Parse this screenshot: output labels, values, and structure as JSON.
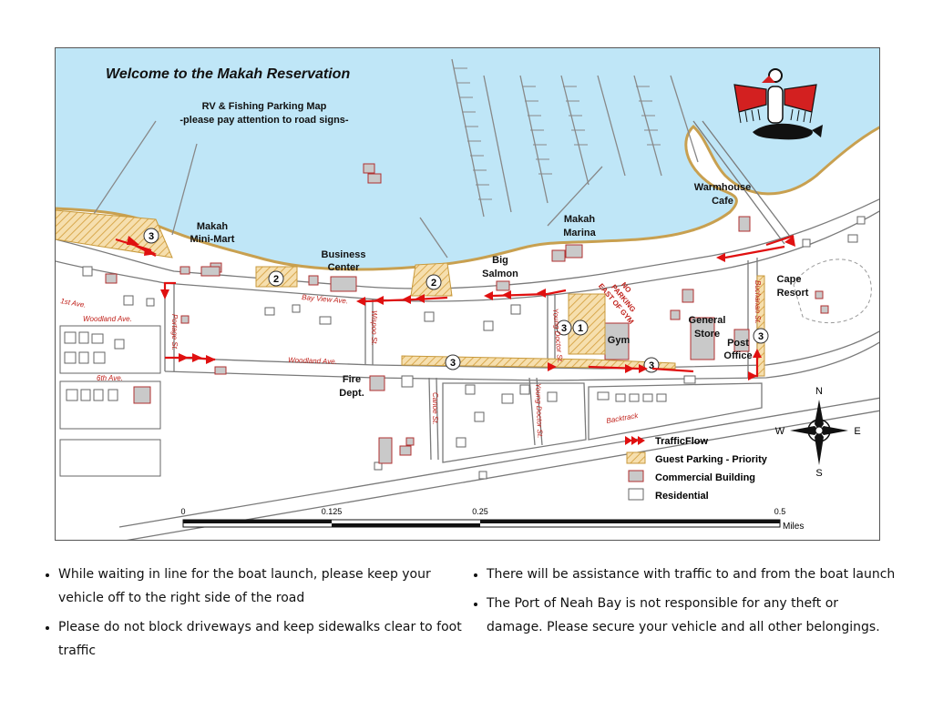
{
  "map": {
    "title": "Welcome to the Makah Reservation",
    "subtitle": "RV & Fishing Parking Map",
    "notice": "-please pay attention to road signs-",
    "places": {
      "mini_mart_1": "Makah",
      "mini_mart_2": "Mini-Mart",
      "business_1": "Business",
      "business_2": "Center",
      "big_salmon_1": "Big",
      "big_salmon_2": "Salmon",
      "marina_1": "Makah",
      "marina_2": "Marina",
      "warmhouse_1": "Warmhouse",
      "warmhouse_2": "Cafe",
      "cape_1": "Cape",
      "cape_2": "Resort",
      "general_1": "General",
      "general_2": "Store",
      "post_1": "Post",
      "post_2": "Office",
      "gym": "Gym",
      "fire_1": "Fire",
      "fire_2": "Dept.",
      "no_parking_1": "NO",
      "no_parking_2": "PARKING",
      "no_parking_3": "EAST OF GYM"
    },
    "streets": {
      "bay_view": "Bay View Ave.",
      "woodland_w": "Woodland Ave.",
      "woodland_e": "Woodland Ave.",
      "first_ave": "1st Ave.",
      "sixth_ave": "6th Ave.",
      "portage": "Portage St.",
      "wispoo": "Wispoo St.",
      "canoe": "Canoe St.",
      "young_doctor_n": "Young Doctor St.",
      "young_doctor_s": "Young Doctor St.",
      "buchanan": "Buchanan St.",
      "backtrack": "Backtrack"
    },
    "parking_numbers": [
      "3",
      "2",
      "2",
      "3",
      "1",
      "3",
      "3",
      "3"
    ],
    "legend": {
      "traffic": "TrafficFlow",
      "guest": "Guest Parking - Priority",
      "commercial": "Commercial Building",
      "residential": "Residential"
    },
    "compass": {
      "n": "N",
      "s": "S",
      "e": "E",
      "w": "W"
    },
    "scale": {
      "ticks": [
        "0",
        "0.125",
        "0.25",
        "0.5"
      ],
      "unit": "Miles"
    },
    "colors": {
      "water": "#bfe6f7",
      "shore": "#c8a050",
      "road": "#7a7a7a",
      "traffic_arrow": "#e01010",
      "parking_hatch": "#e8c070",
      "commercial": "#c9c9c9",
      "commercial_outline": "#b03030"
    },
    "icons": [
      "thunderbird-whale-logo",
      "compass-rose-icon",
      "traffic-arrow-icon"
    ]
  },
  "notes": {
    "left": [
      "While waiting in line for the boat launch, please keep your vehicle off to the right side of the road",
      "Please do not block driveways and keep sidewalks clear to foot traffic"
    ],
    "right": [
      "There will be assistance with traffic to and from the boat launch",
      "The Port of Neah Bay is not responsible for any theft or damage. Please secure your vehicle and all other belongings."
    ]
  }
}
